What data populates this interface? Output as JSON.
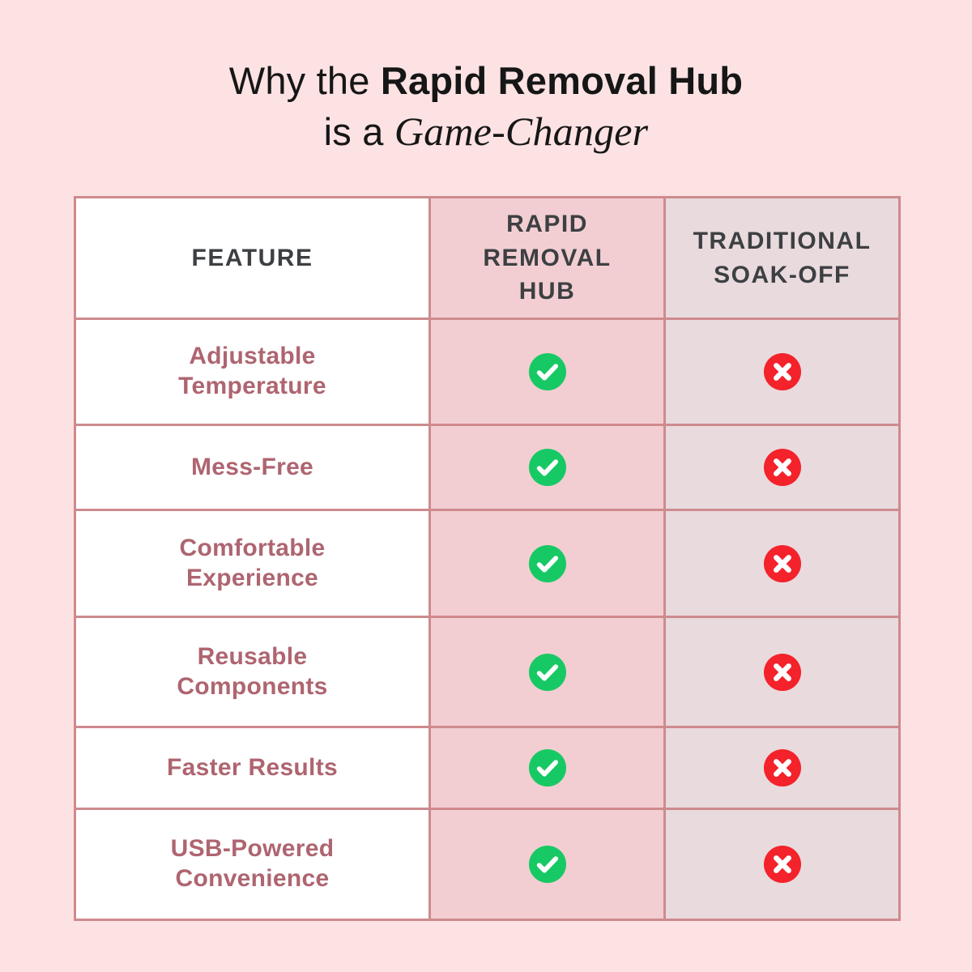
{
  "title": {
    "line1_regular": "Why the ",
    "line1_bold": "Rapid Removal Hub",
    "line2_regular": "is a ",
    "line2_italic": "Game-Changer"
  },
  "table": {
    "columns": [
      {
        "key": "feature",
        "label": "FEATURE"
      },
      {
        "key": "hub",
        "label": "RAPID REMOVAL HUB"
      },
      {
        "key": "soakoff",
        "label": "TRADITIONAL SOAK-OFF"
      }
    ],
    "rows": [
      {
        "feature": "Adjustable Temperature",
        "hub": true,
        "soakoff": false
      },
      {
        "feature": "Mess-Free",
        "hub": true,
        "soakoff": false
      },
      {
        "feature": "Comfortable Experience",
        "hub": true,
        "soakoff": false
      },
      {
        "feature": "Reusable Components",
        "hub": true,
        "soakoff": false
      },
      {
        "feature": "Faster Results",
        "hub": true,
        "soakoff": false
      },
      {
        "feature": "USB-Powered Convenience",
        "hub": true,
        "soakoff": false
      }
    ]
  },
  "icons": {
    "check": "check-icon",
    "cross": "cross-icon"
  },
  "theme": {
    "bg": "#FDE2E3",
    "cell_white": "#FFFFFF",
    "cell_pink": "#F2CED2",
    "cell_muted": "#E9DADD",
    "border": "#CE8A8D",
    "title_text": "#161616",
    "header_text": "#3D4043",
    "feature_text": "#AE6570",
    "green": "#17C964",
    "red": "#F4222B"
  }
}
